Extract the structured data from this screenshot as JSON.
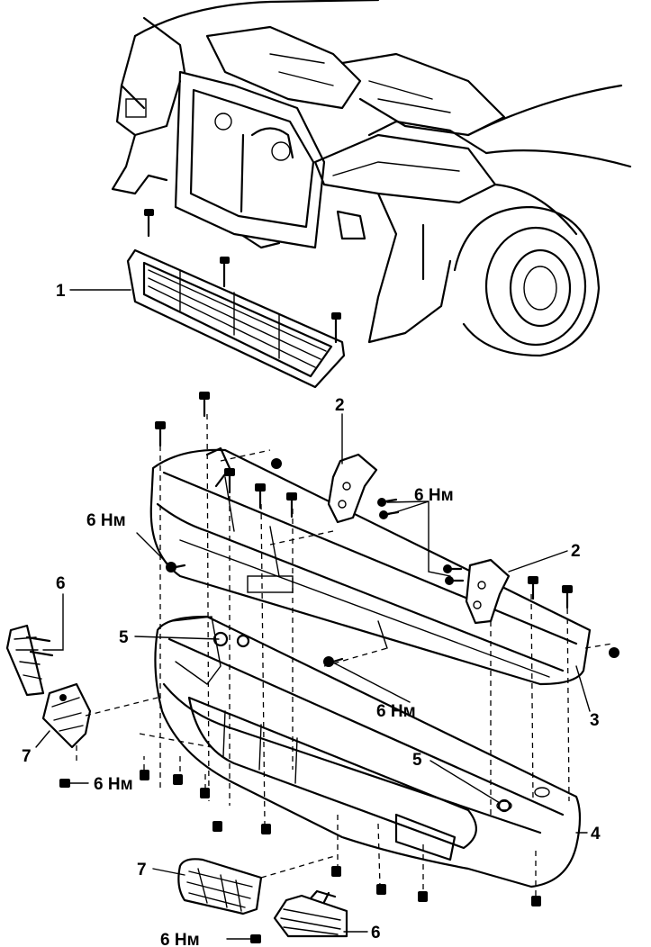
{
  "callouts": {
    "grille": "1",
    "bracket_upper": "2",
    "bracket_right": "2",
    "reinforcement": "3",
    "bumper_cover": "4",
    "clip_left": "5",
    "clip_right": "5",
    "side_grille_left": "6",
    "side_grille_bottom": "6",
    "fog_lamp_left": "7",
    "fog_lamp_bottom": "7"
  },
  "torque": {
    "bracket_bolts": "6 Нм",
    "reinforcement_left": "6 Нм",
    "reinforcement_center": "6 Нм",
    "fog_lamp_left": "6 Нм",
    "fog_lamp_bottom": "6 Нм"
  }
}
